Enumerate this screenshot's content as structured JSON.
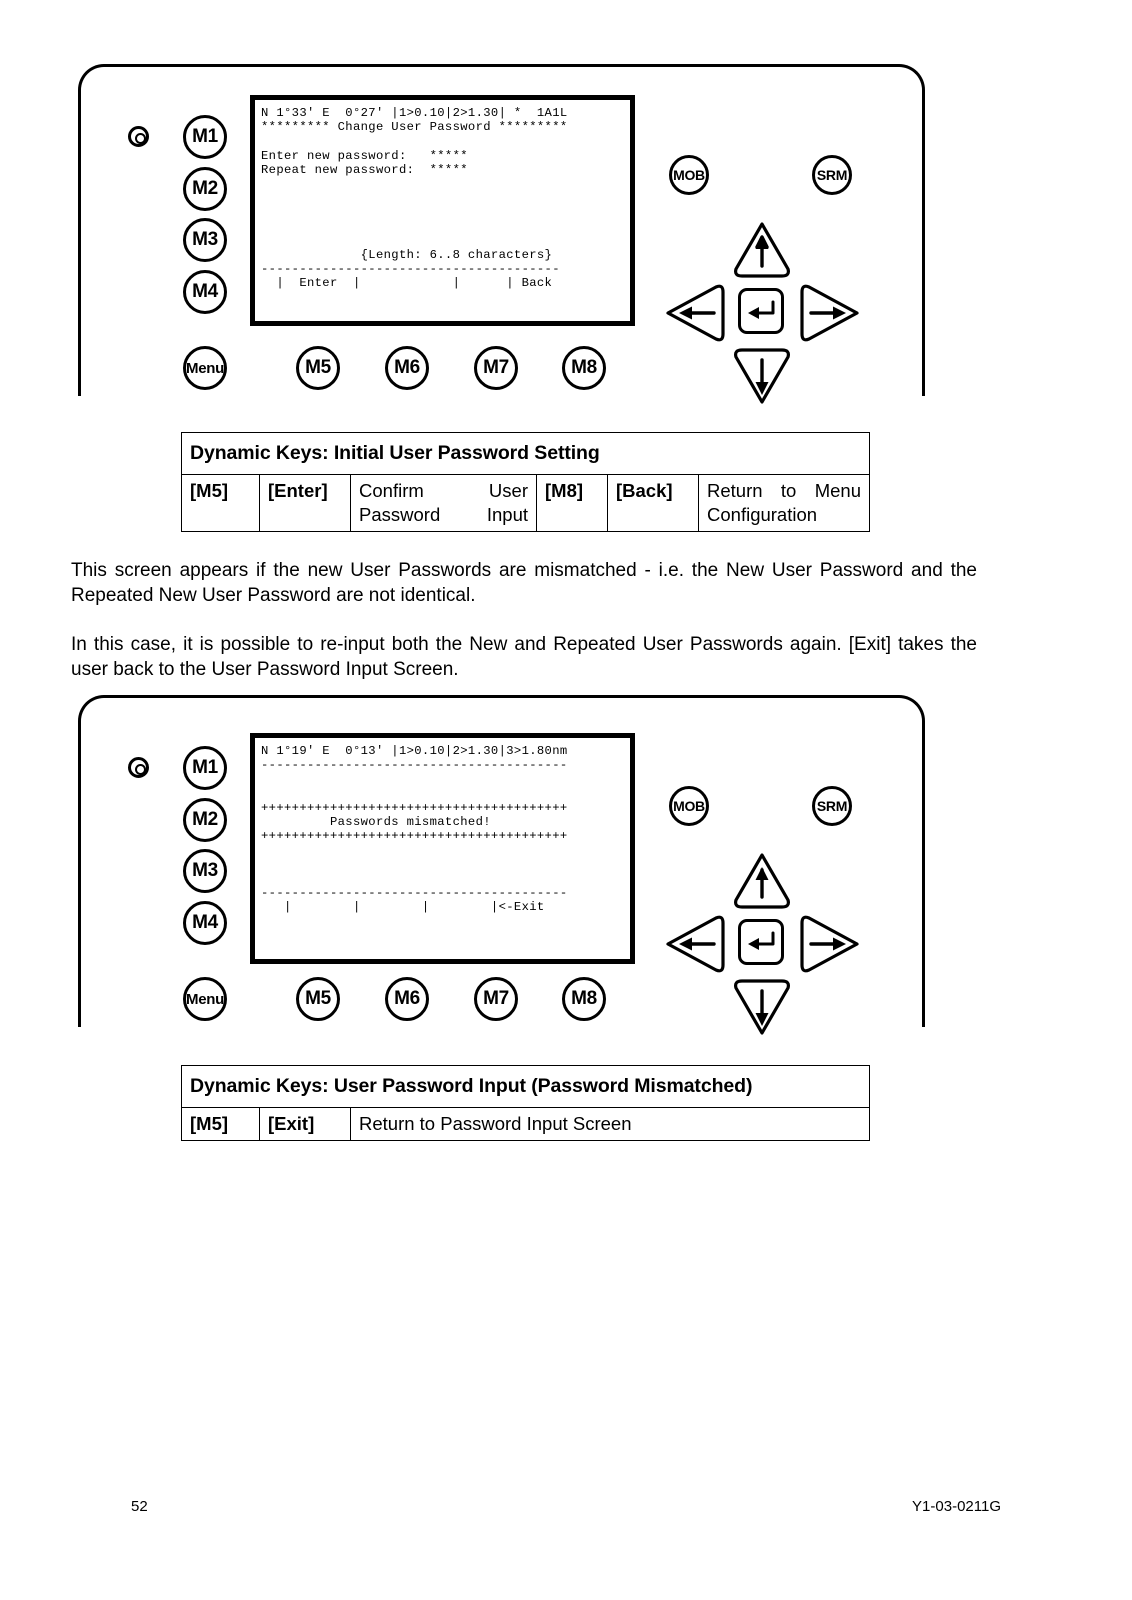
{
  "document": {
    "footer": {
      "page_number": "52",
      "document_code": "Y1-03-0211G"
    }
  },
  "panel_1": {
    "keys": {
      "m1": "M1",
      "m2": "M2",
      "m3": "M3",
      "m4": "M4",
      "menu": "Menu",
      "m5": "M5",
      "m6": "M6",
      "m7": "M7",
      "m8": "M8",
      "mob": "MOB",
      "srm": "SRM"
    },
    "lcd": {
      "line_1": "N 1°33' E  0°27' |1>0.10|2>1.30| *  1A1L",
      "line_2": "********* Change User Password *********",
      "line_3": "",
      "line_4": "Enter new password:   *****",
      "line_5": "Repeat new password:  *****",
      "line_6": "",
      "line_7": "",
      "line_8": "",
      "line_9": "",
      "line_10": "",
      "line_11": "             {Length: 6..8 characters}",
      "line_12": "---------------------------------------",
      "line_13": "  |  Enter  |            |      | Back"
    }
  },
  "table_1": {
    "header": "Dynamic Keys: Initial User Password Setting",
    "rows": [
      {
        "key_a": "[M5]",
        "label_a": "[Enter]",
        "desc_a": "Confirm User Password Input",
        "key_b": "[M8]",
        "label_b": "[Back]",
        "desc_b": "Return to Menu Configuration"
      }
    ]
  },
  "paragraphs": {
    "p1": "This screen appears if the new User Passwords are mismatched - i.e. the New User Password and the Repeated New User Password are not identical.",
    "p2": "In this case, it is possible to re-input both the New and Repeated User Passwords again. [Exit] takes the user back to the User Password Input Screen."
  },
  "panel_2": {
    "keys": {
      "m1": "M1",
      "m2": "M2",
      "m3": "M3",
      "m4": "M4",
      "menu": "Menu",
      "m5": "M5",
      "m6": "M6",
      "m7": "M7",
      "m8": "M8",
      "mob": "MOB",
      "srm": "SRM"
    },
    "lcd": {
      "line_1": "N 1°19' E  0°13' |1>0.10|2>1.30|3>1.80nm",
      "line_2": "----------------------------------------",
      "line_3": "",
      "line_4": "",
      "line_5": "++++++++++++++++++++++++++++++++++++++++",
      "line_6": "         Passwords mismatched!",
      "line_7": "++++++++++++++++++++++++++++++++++++++++",
      "line_8": "",
      "line_9": "",
      "line_10": "",
      "line_11": "----------------------------------------",
      "line_12": "   |        |        |        |<-Exit"
    }
  },
  "table_2": {
    "header": "Dynamic Keys: User Password Input (Password Mismatched)",
    "rows": [
      {
        "key_a": "[M5]",
        "label_a": "[Exit]",
        "desc_a": "Return to Password Input Screen"
      }
    ]
  }
}
